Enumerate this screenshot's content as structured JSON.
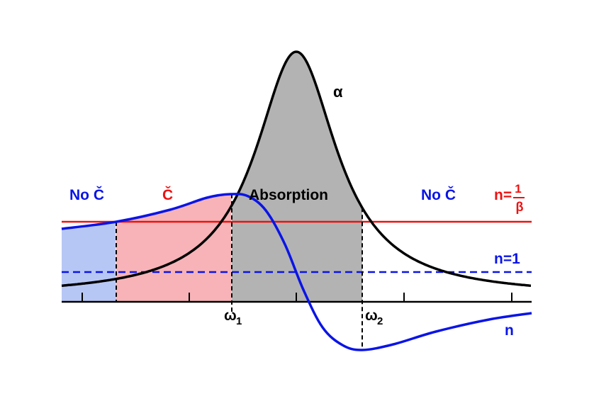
{
  "labels": {
    "no_cherenkov_left": "No Č",
    "cherenkov": "Č",
    "absorption": "Absorption",
    "no_cherenkov_right": "No Č",
    "alpha": "α",
    "n_curve": "n",
    "omega1_symbol": "ω",
    "omega1_sub": "1",
    "omega2_symbol": "ω",
    "omega2_sub": "2",
    "threshold_prefix": "n=",
    "threshold_numerator": "1",
    "threshold_denominator": "β",
    "vacuum_index": "n=1"
  },
  "colors": {
    "blue": "#0a14e6",
    "red": "#ee1111",
    "black": "#000000",
    "absorption_fill": "#b3b3b3",
    "no_cherenkov_fill": "#b7c7f5",
    "cherenkov_fill": "#f7b3b7"
  },
  "curves": {
    "alpha": {
      "type": "lorentzian-peak",
      "color": "black"
    },
    "n": {
      "type": "anomalous-dispersion",
      "color": "blue"
    }
  },
  "reference_lines": {
    "threshold": {
      "style": "solid",
      "color": "red"
    },
    "vacuum": {
      "style": "dashed",
      "color": "blue"
    }
  }
}
